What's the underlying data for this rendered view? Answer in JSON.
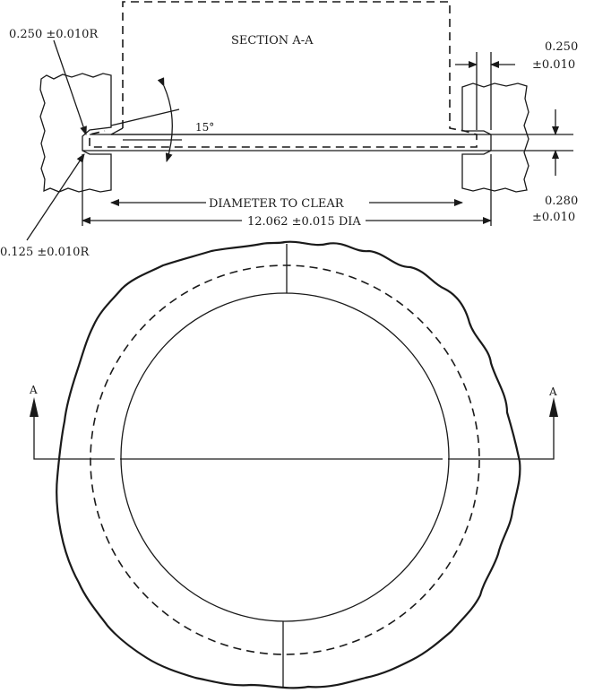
{
  "section": {
    "title": "SECTION A-A",
    "angle_label": "15°"
  },
  "dimensions": {
    "outer_radius": "0.250 ±0.010R",
    "inner_radius": "0.125 ±0.010R",
    "groove_width_value": "0.250",
    "groove_width_tol": "±0.010",
    "groove_depth_value": "0.280",
    "groove_depth_tol": "±0.010",
    "clear_label": "DIAMETER TO CLEAR",
    "diameter": "12.062 ±0.015 DIA"
  },
  "plan_view": {
    "section_mark_left": "A",
    "section_mark_right": "A"
  },
  "colors": {
    "ink": "#1a1a1a",
    "paper": "#ffffff"
  }
}
